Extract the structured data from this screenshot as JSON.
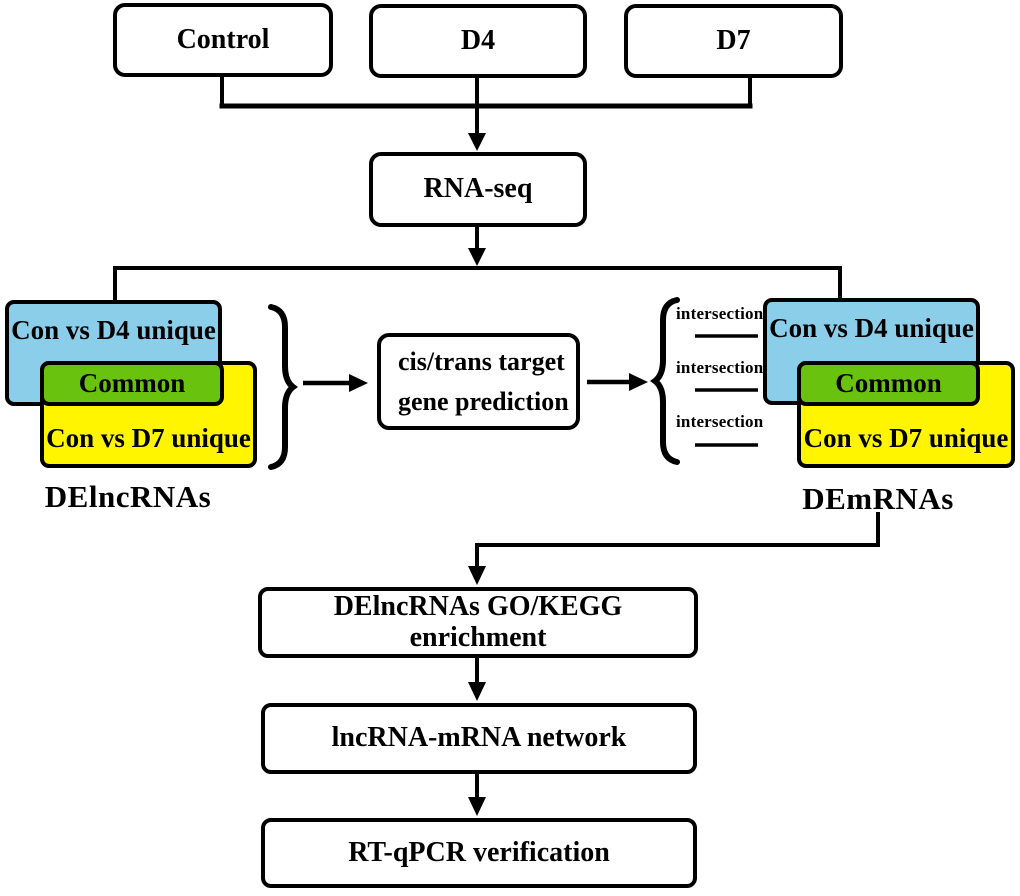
{
  "diagram": {
    "title_hint": "RNA-seq lncRNA analysis workflow flowchart",
    "top_row": {
      "control": "Control",
      "d4": "D4",
      "d7": "D7"
    },
    "rna_seq": "RNA-seq",
    "lnc_group": {
      "blue_label": "Con vs D4 unique",
      "green_label": "Common",
      "yellow_label": "Con vs D7 unique",
      "caption": "DElncRNAs"
    },
    "m_group": {
      "blue_label": "Con vs D4 unique",
      "green_label": "Common",
      "yellow_label": "Con vs D7 unique",
      "caption": "DEmRNAs"
    },
    "prediction_box": {
      "line1": "cis/trans target",
      "line2": "gene prediction"
    },
    "intersections": [
      "intersection",
      "intersection",
      "intersection"
    ],
    "bottom_boxes": {
      "enrichment": "DElncRNAs GO/KEGG enrichment",
      "network": "lncRNA-mRNA network",
      "verification": "RT-qPCR verification"
    },
    "colors": {
      "blue": "#8BCEEA",
      "green": "#69C20E",
      "yellow": "#FFF500",
      "line": "#000000",
      "background": "#FFFFFF"
    }
  }
}
